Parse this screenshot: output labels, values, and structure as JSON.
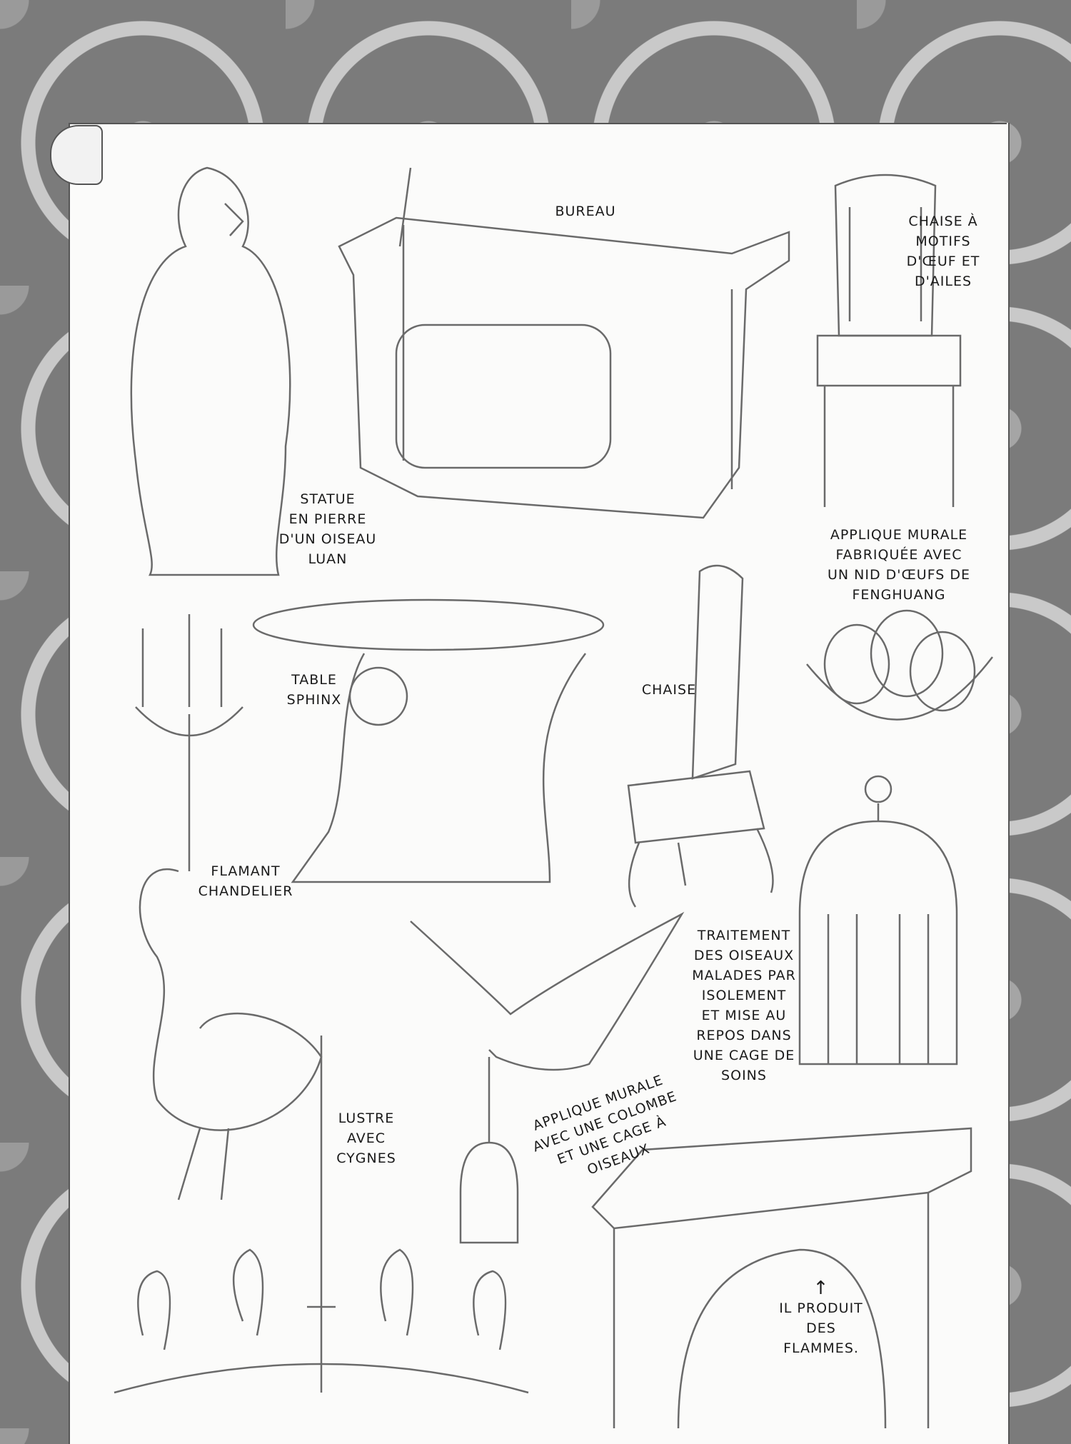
{
  "labels": {
    "bureau": [
      "BUREAU"
    ],
    "chaise_oeuf": [
      "CHAISE À",
      "MOTIFS",
      "D'ŒUF ET",
      "D'AILES"
    ],
    "statue": [
      "STATUE",
      "EN PIERRE",
      "D'UN OISEAU",
      "LUAN"
    ],
    "applique_nid": [
      "APPLIQUE MURALE",
      "FABRIQUÉE AVEC",
      "UN NID D'ŒUFS DE",
      "FENGHUANG"
    ],
    "table_sphinx": [
      "TABLE",
      "SPHINX"
    ],
    "chaise": [
      "CHAISE"
    ],
    "flamant": [
      "FLAMANT",
      "CHANDELIER"
    ],
    "traitement": [
      "TRAITEMENT",
      "DES OISEAUX",
      "MALADES PAR",
      "ISOLEMENT",
      "ET MISE AU",
      "REPOS DANS",
      "UNE CAGE DE",
      "SOINS"
    ],
    "lustre": [
      "LUSTRE",
      "AVEC",
      "CYGNES"
    ],
    "applique_colombe": [
      "APPLIQUE MURALE",
      "AVEC UNE COLOMBE",
      "ET UNE CAGE À",
      "OISEAUX"
    ],
    "flammes": [
      "↑",
      "IL PRODUIT",
      "DES",
      "FLAMMES."
    ]
  }
}
